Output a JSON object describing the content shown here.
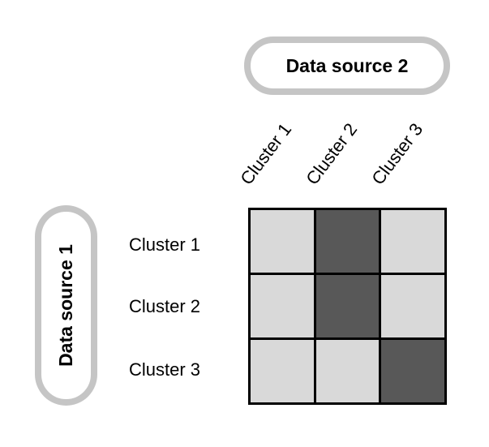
{
  "diagram": {
    "title": "cluster-correspondence-matrix",
    "top_pill": {
      "label": "Data source 2"
    },
    "left_pill": {
      "label": "Data source 1"
    },
    "matrix": {
      "col_labels": [
        "Cluster 1",
        "Cluster 2",
        "Cluster 3"
      ],
      "row_labels": [
        "Cluster 1",
        "Cluster 2",
        "Cluster 3"
      ],
      "cells": [
        [
          "light",
          "dark",
          "light"
        ],
        [
          "light",
          "dark",
          "light"
        ],
        [
          "light",
          "light",
          "dark"
        ]
      ]
    },
    "colors": {
      "pill_border": "#c5c5c5",
      "grid_border": "#000000",
      "cell_light": "#d9d9d9",
      "cell_dark": "#585858",
      "text": "#000000"
    }
  }
}
